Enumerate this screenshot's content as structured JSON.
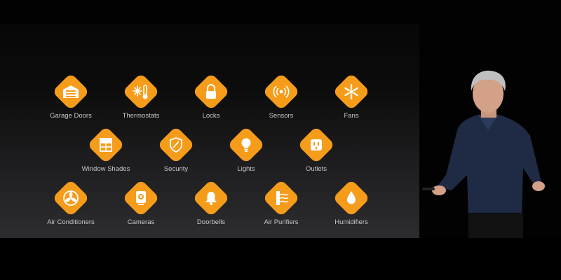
{
  "icons": [
    {
      "label": "Garage Doors",
      "icon": "garage-door-icon"
    },
    {
      "label": "Thermostats",
      "icon": "thermostat-icon"
    },
    {
      "label": "Locks",
      "icon": "lock-icon"
    },
    {
      "label": "Sensors",
      "icon": "sensor-icon"
    },
    {
      "label": "Fans",
      "icon": "fan-icon"
    },
    {
      "label": "Window Shades",
      "icon": "window-shade-icon"
    },
    {
      "label": "Security",
      "icon": "shield-icon"
    },
    {
      "label": "Lights",
      "icon": "light-bulb-icon"
    },
    {
      "label": "Outlets",
      "icon": "outlet-icon"
    },
    {
      "label": "Air Conditioners",
      "icon": "air-conditioner-icon"
    },
    {
      "label": "Cameras",
      "icon": "camera-icon"
    },
    {
      "label": "Doorbells",
      "icon": "bell-icon"
    },
    {
      "label": "Air Purifiers",
      "icon": "air-purifier-icon"
    },
    {
      "label": "Humidifiers",
      "icon": "droplet-icon"
    }
  ],
  "colors": {
    "tile": "#f59c1a",
    "label": "#c8c8c8",
    "screen_background": "#1c1c1e"
  }
}
